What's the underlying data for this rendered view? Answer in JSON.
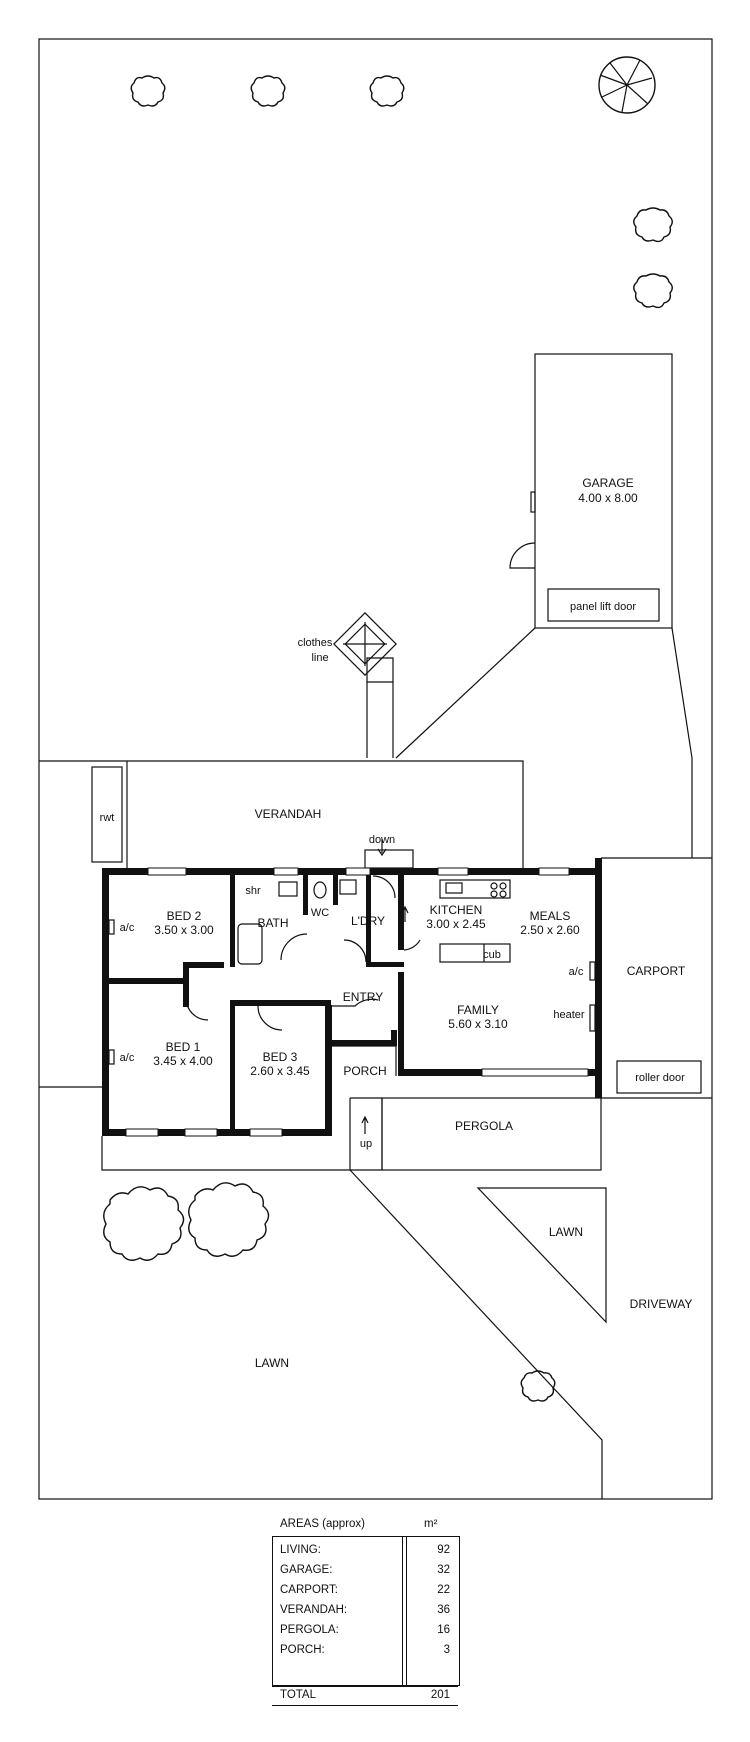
{
  "plan": {
    "rooms": {
      "garage": {
        "name": "GARAGE",
        "dims": "4.00 x 8.00"
      },
      "panel_lift_door": "panel lift door",
      "clothes_line_1": "clothes",
      "clothes_line_2": "line",
      "rwt": "rwt",
      "verandah": "VERANDAH",
      "down": "down",
      "bed2": {
        "name": "BED 2",
        "dims": "3.50 x 3.00"
      },
      "bath": "BATH",
      "shr": "shr",
      "wc": "WC",
      "ldry": "L'DRY",
      "kitchen": {
        "name": "KITCHEN",
        "dims": "3.00 x 2.45"
      },
      "meals": {
        "name": "MEALS",
        "dims": "2.50 x 2.60"
      },
      "cub": "cub",
      "ac_bed2": "a/c",
      "ac_family": "a/c",
      "ac_bed1": "a/c",
      "carport": "CARPORT",
      "entry": "ENTRY",
      "family": {
        "name": "FAMILY",
        "dims": "5.60 x 3.10"
      },
      "heater": "heater",
      "bed1": {
        "name": "BED 1",
        "dims": "3.45 x 4.00"
      },
      "bed3": {
        "name": "BED 3",
        "dims": "2.60 x 3.45"
      },
      "porch": "PORCH",
      "roller_door": "roller door",
      "pergola": "PERGOLA",
      "up": "up",
      "lawn_right": "LAWN",
      "driveway": "DRIVEWAY",
      "lawn_main": "LAWN"
    }
  },
  "areas": {
    "title": "AREAS (approx)",
    "unit": "m²",
    "rows": [
      {
        "name": "LIVING:",
        "value": "92"
      },
      {
        "name": "GARAGE:",
        "value": "32"
      },
      {
        "name": "CARPORT:",
        "value": "22"
      },
      {
        "name": "VERANDAH:",
        "value": "36"
      },
      {
        "name": "PERGOLA:",
        "value": "16"
      },
      {
        "name": "PORCH:",
        "value": "3"
      }
    ],
    "total_label": "TOTAL",
    "total_value": "201"
  }
}
